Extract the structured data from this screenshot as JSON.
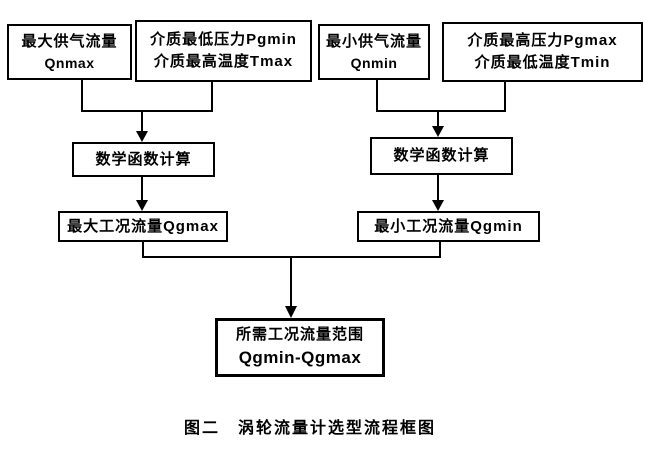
{
  "diagram": {
    "title": "涡轮流量计选型流程框图",
    "nodes": {
      "qnmax": {
        "line1": "最大供气流量",
        "line2": "Qnmax"
      },
      "pgmin_tmax": {
        "line1": "介质最低压力Pgmin",
        "line2": "介质最高温度Tmax"
      },
      "qnmin": {
        "line1": "最小供气流量",
        "line2": "Qnmin"
      },
      "pgmax_tmin": {
        "line1": "介质最高压力Pgmax",
        "line2": "介质最低温度Tmin"
      },
      "calc_left": {
        "label": "数学函数计算"
      },
      "calc_right": {
        "label": "数学函数计算"
      },
      "qgmax": {
        "label": "最大工况流量Qgmax"
      },
      "qgmin": {
        "label": "最小工况流量Qgmin"
      },
      "result": {
        "line1": "所需工况流量范围",
        "line2": "Qgmin-Qgmax"
      }
    },
    "caption": "图二　涡轮流量计选型流程框图",
    "colors": {
      "line": "#000000",
      "box_fill": "#ffffff",
      "text": "#000000",
      "background": "#ffffff"
    }
  }
}
